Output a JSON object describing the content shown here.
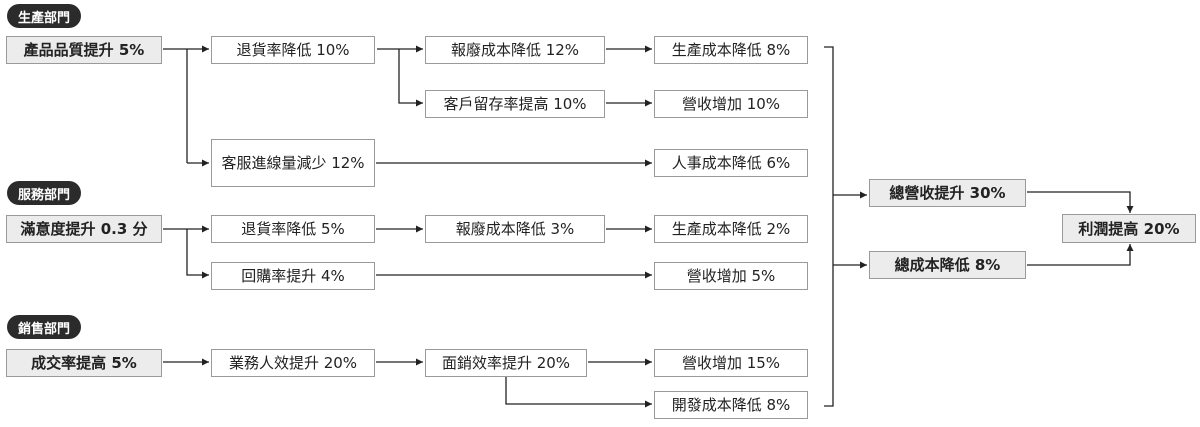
{
  "departments": {
    "production": {
      "label": "生產部門",
      "source": "產品品質提升 5%",
      "nodes": {
        "returns_down": "退貨率降低 10%",
        "scrap_cost_down": "報廢成本降低 12%",
        "production_cost_down": "生產成本降低 8%",
        "retention_up": "客戶留存率提高 10%",
        "revenue_up": "營收增加 10%",
        "support_calls_down": "客服進線量減少 12%",
        "hr_cost_down": "人事成本降低 6%"
      }
    },
    "service": {
      "label": "服務部門",
      "source": "滿意度提升 0.3 分",
      "nodes": {
        "returns_down": "退貨率降低 5%",
        "scrap_cost_down": "報廢成本降低 3%",
        "production_cost_down": "生產成本降低 2%",
        "repurchase_up": "回購率提升 4%",
        "revenue_up": "營收增加 5%"
      }
    },
    "sales": {
      "label": "銷售部門",
      "source": "成交率提高 5%",
      "nodes": {
        "productivity_up": "業務人效提升 20%",
        "deal_rate_up": "面銷效率提升 20%",
        "revenue_up": "營收增加 15%",
        "dev_cost_down": "開發成本降低 8%"
      }
    }
  },
  "summary": {
    "total_revenue": "總營收提升 30%",
    "total_cost": "總成本降低 8%",
    "profit": "利潤提高 20%"
  }
}
